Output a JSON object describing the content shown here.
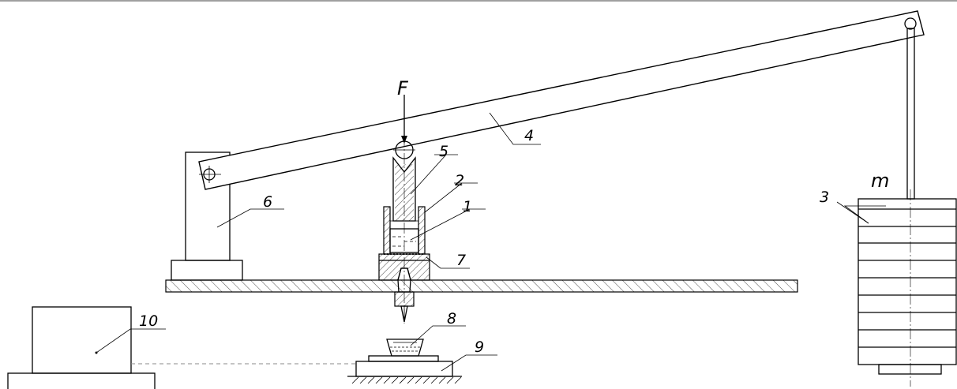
{
  "labels": {
    "force": "F",
    "mass": "m",
    "n1": "1",
    "n2": "2",
    "n3": "3",
    "n4": "4",
    "n5": "5",
    "n6": "6",
    "n7": "7",
    "n8": "8",
    "n9": "9",
    "n10": "10"
  }
}
